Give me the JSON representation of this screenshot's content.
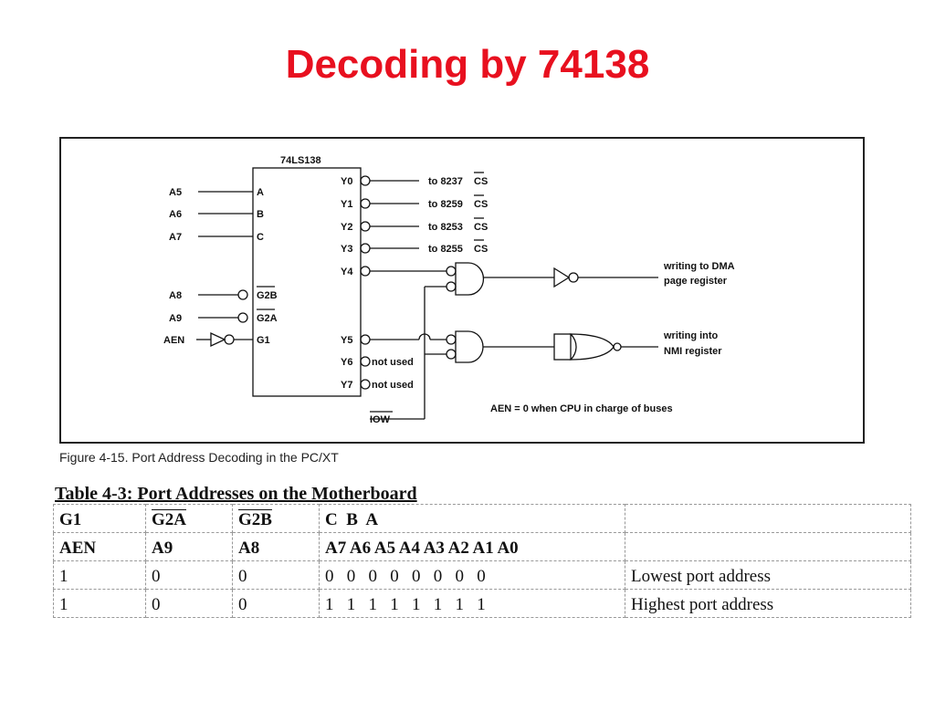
{
  "title": {
    "text": "Decoding by 74138",
    "color": "#e8101f"
  },
  "figure": {
    "chip_label": "74LS138",
    "inputs": {
      "A5": "A5",
      "A6": "A6",
      "A7": "A7",
      "A8": "A8",
      "A9": "A9",
      "AEN": "AEN"
    },
    "pins_in": {
      "A": "A",
      "B": "B",
      "C": "C",
      "G2B": "G2B",
      "G2A": "G2A",
      "G1": "G1"
    },
    "outputs": [
      "Y0",
      "Y1",
      "Y2",
      "Y3",
      "Y4",
      "Y5",
      "Y6",
      "Y7"
    ],
    "targets": {
      "y0": "to 8237",
      "y1": "to 8259",
      "y2": "to 8253",
      "y3": "to 8255",
      "cs": "CS",
      "y6": "not used",
      "y7": "not used"
    },
    "iow": "IOW",
    "dma_text": {
      "line1": "writing to DMA",
      "line2": "page register"
    },
    "nmi_text": {
      "line1": "writing into",
      "line2": "NMI register"
    },
    "aen_note": "AEN = 0 when CPU in charge of buses",
    "caption": "Figure 4-15. Port Address Decoding in the PC/XT"
  },
  "table": {
    "caption": "Table 4-3: Port Addresses on the Motherboard",
    "header1": {
      "g1": "G1",
      "g2a": "G2A",
      "g2b": "G2B",
      "cba": "C  B  A",
      "desc": ""
    },
    "header2": {
      "aen": "AEN",
      "a9": "A9",
      "a8": "A8",
      "bits": "A7 A6 A5 A4 A3 A2 A1 A0",
      "desc": ""
    },
    "rows": [
      {
        "g1": "1",
        "a9": "0",
        "a8": "0",
        "bits": "0   0   0   0   0   0   0   0",
        "desc": "Lowest port address"
      },
      {
        "g1": "1",
        "a9": "0",
        "a8": "0",
        "bits": "1   1   1   1   1   1   1   1",
        "desc": "Highest port address"
      }
    ]
  }
}
